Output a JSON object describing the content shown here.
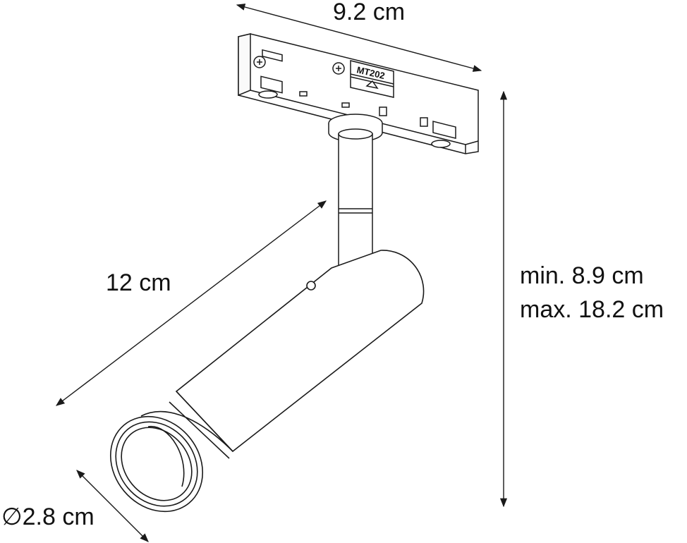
{
  "diagram": {
    "subject": "track spotlight dimension drawing",
    "model_label": "MT202",
    "dimensions": {
      "width": "9.2 cm",
      "length": "12 cm",
      "height_min": "min. 8.9 cm",
      "height_max": "max. 18.2 cm",
      "diameter": "∅2.8 cm"
    },
    "colors": {
      "line": "#1a1a1a",
      "background": "#ffffff"
    }
  }
}
